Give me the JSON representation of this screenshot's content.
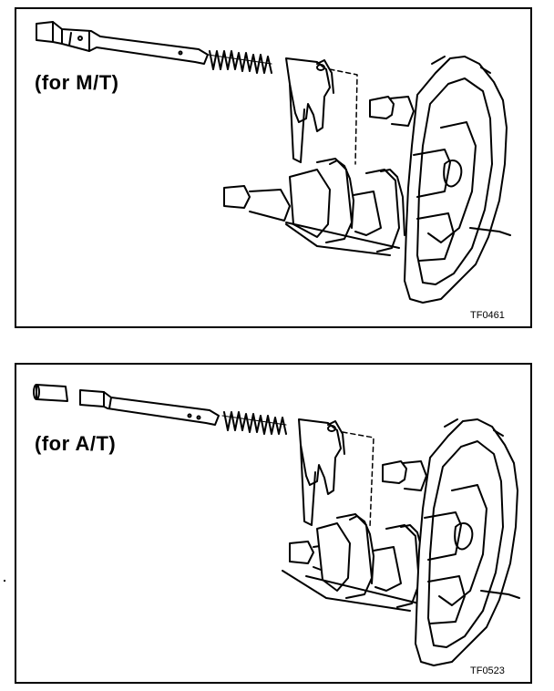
{
  "panels": [
    {
      "label": "(for M/T)",
      "code": "TF0461"
    },
    {
      "label": "(for A/T)",
      "code": "TF0523"
    }
  ],
  "colors": {
    "line": "#000000",
    "background": "#ffffff"
  }
}
